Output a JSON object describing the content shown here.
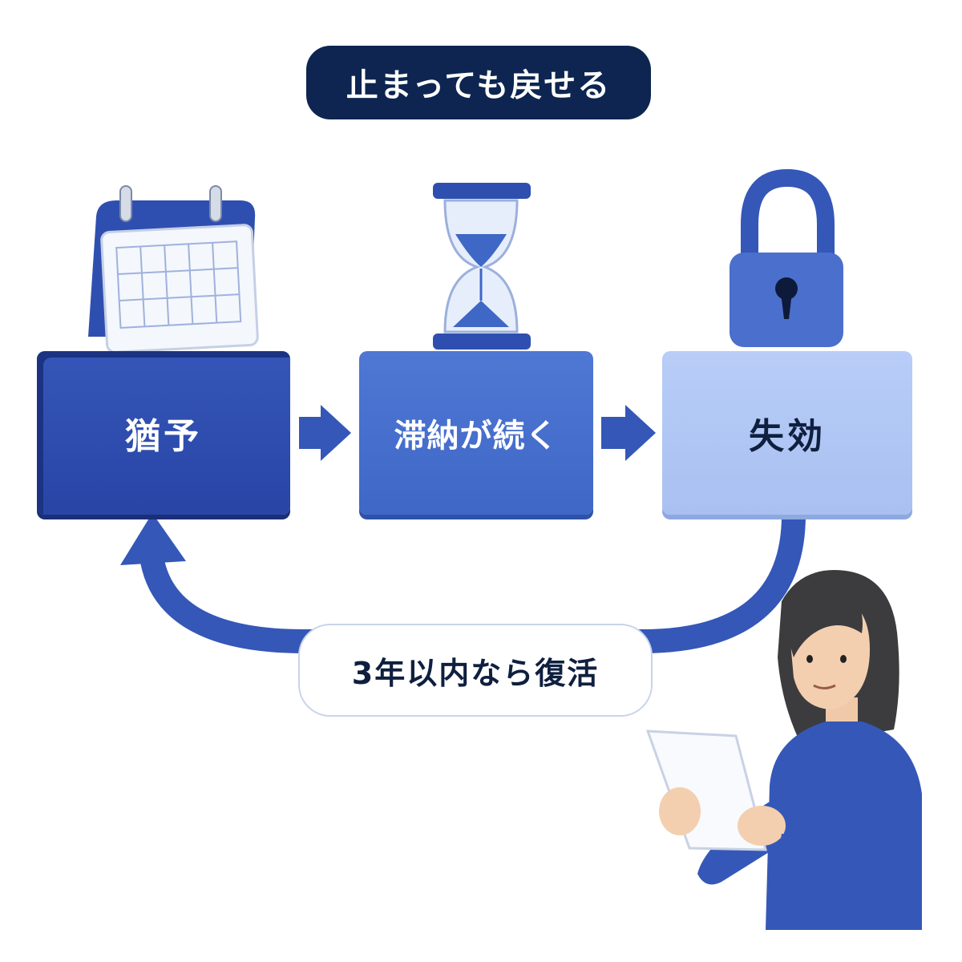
{
  "title": "止まっても戻せる",
  "steps": [
    {
      "label": "猶予",
      "icon": "calendar-icon"
    },
    {
      "label": "滞納が続く",
      "icon": "hourglass-icon"
    },
    {
      "label": "失効",
      "icon": "padlock-icon"
    }
  ],
  "return_label": "3年以内なら復活",
  "colors": {
    "navy": "#0d2550",
    "step1": "#2f4fb0",
    "step2": "#4770d0",
    "step3": "#b3c8f5",
    "arrow": "#3457b8"
  }
}
